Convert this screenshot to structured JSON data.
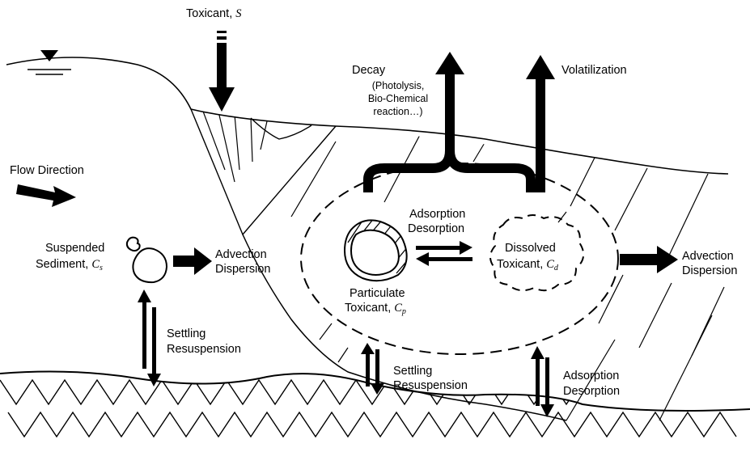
{
  "labels": {
    "toxicant_source": {
      "text": "Toxicant, ",
      "symbol": "S"
    },
    "decay": "Decay",
    "decay_detail_1": "(Photolysis,",
    "decay_detail_2": "Bio-Chemical",
    "decay_detail_3": "reaction…)",
    "volatilization": "Volatilization",
    "flow_direction": "Flow Direction",
    "suspended_sediment_1": "Suspended",
    "suspended_sediment_2": {
      "text": "Sediment, ",
      "symbol": "C",
      "subscript": "s"
    },
    "advection_dispersion_left_1": "Advection",
    "advection_dispersion_left_2": "Dispersion",
    "adsorption_top": "Adsorption",
    "desorption_top": "Desorption",
    "dissolved_toxicant_1": "Dissolved",
    "dissolved_toxicant_2": {
      "text": "Toxicant, ",
      "symbol": "C",
      "subscript": "d"
    },
    "particulate_toxicant_1": "Particulate",
    "particulate_toxicant_2": {
      "text": "Toxicant, ",
      "symbol": "C",
      "subscript": "p"
    },
    "advection_dispersion_right_1": "Advection",
    "advection_dispersion_right_2": "Dispersion",
    "settling_left": "Settling",
    "resuspension_left": "Resuspension",
    "settling_middle": "Settling",
    "resuspension_middle": "Resuspension",
    "adsorption_bottom": "Adsorption",
    "desorption_bottom": "Desorption"
  }
}
